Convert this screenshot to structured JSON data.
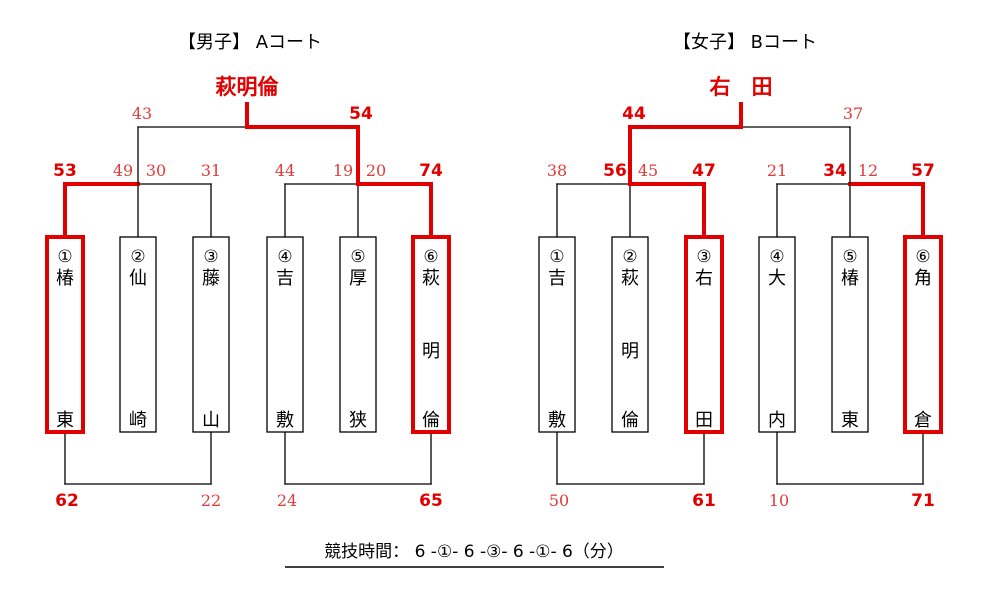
{
  "colors": {
    "win": "#e00000",
    "lose": "#e23a3a",
    "line": "#000000"
  },
  "footer": {
    "text": "競技時間： 6 -①- 6 -③- 6 -①- 6（分）"
  },
  "brackets": [
    {
      "id": "a",
      "title": "【男子】 Aコート",
      "champion": "萩明倫",
      "final": {
        "left": {
          "score": "43",
          "win": false
        },
        "right": {
          "score": "54",
          "win": true
        }
      },
      "semis": [
        {
          "left": {
            "score": "53",
            "win": true
          },
          "mid_left": {
            "score": "49",
            "win": false
          },
          "mid_right": {
            "score": "30",
            "win": false
          },
          "right": {
            "score": "31",
            "win": false
          },
          "winner_side": "left"
        },
        {
          "left": {
            "score": "44",
            "win": false
          },
          "mid_left": {
            "score": "19",
            "win": false
          },
          "mid_right": {
            "score": "20",
            "win": false
          },
          "right": {
            "score": "74",
            "win": true
          },
          "winner_side": "right"
        }
      ],
      "teams": [
        {
          "num": "①",
          "chars": [
            "椿",
            "",
            "東"
          ],
          "win": true
        },
        {
          "num": "②",
          "chars": [
            "仙",
            "",
            "崎"
          ],
          "win": false
        },
        {
          "num": "③",
          "chars": [
            "藤",
            "",
            "山"
          ],
          "win": false
        },
        {
          "num": "④",
          "chars": [
            "吉",
            "",
            "敷"
          ],
          "win": false
        },
        {
          "num": "⑤",
          "chars": [
            "厚",
            "",
            "狭"
          ],
          "win": false
        },
        {
          "num": "⑥",
          "chars": [
            "萩",
            "明",
            "倫"
          ],
          "win": true
        }
      ],
      "bottom": [
        {
          "left": {
            "score": "62",
            "win": true
          },
          "right": {
            "score": "22",
            "win": false
          }
        },
        {
          "left": {
            "score": "24",
            "win": false
          },
          "right": {
            "score": "65",
            "win": true
          }
        }
      ]
    },
    {
      "id": "b",
      "title": "【女子】 Bコート",
      "champion": "右　田",
      "final": {
        "left": {
          "score": "44",
          "win": true
        },
        "right": {
          "score": "37",
          "win": false
        }
      },
      "semis": [
        {
          "left": {
            "score": "38",
            "win": false
          },
          "mid_left": {
            "score": "56",
            "win": true
          },
          "mid_right": {
            "score": "45",
            "win": false
          },
          "right": {
            "score": "47",
            "win": true
          },
          "winner_side": "right"
        },
        {
          "left": {
            "score": "21",
            "win": false
          },
          "mid_left": {
            "score": "34",
            "win": true
          },
          "mid_right": {
            "score": "12",
            "win": false
          },
          "right": {
            "score": "57",
            "win": true
          },
          "winner_side": "right"
        }
      ],
      "teams": [
        {
          "num": "①",
          "chars": [
            "吉",
            "",
            "敷"
          ],
          "win": false
        },
        {
          "num": "②",
          "chars": [
            "萩",
            "明",
            "倫"
          ],
          "win": false
        },
        {
          "num": "③",
          "chars": [
            "右",
            "",
            "田"
          ],
          "win": true
        },
        {
          "num": "④",
          "chars": [
            "大",
            "",
            "内"
          ],
          "win": false
        },
        {
          "num": "⑤",
          "chars": [
            "椿",
            "",
            "東"
          ],
          "win": false
        },
        {
          "num": "⑥",
          "chars": [
            "角",
            "",
            "倉"
          ],
          "win": true
        }
      ],
      "bottom": [
        {
          "left": {
            "score": "50",
            "win": false
          },
          "right": {
            "score": "61",
            "win": true
          }
        },
        {
          "left": {
            "score": "10",
            "win": false
          },
          "right": {
            "score": "71",
            "win": true
          }
        }
      ]
    }
  ]
}
